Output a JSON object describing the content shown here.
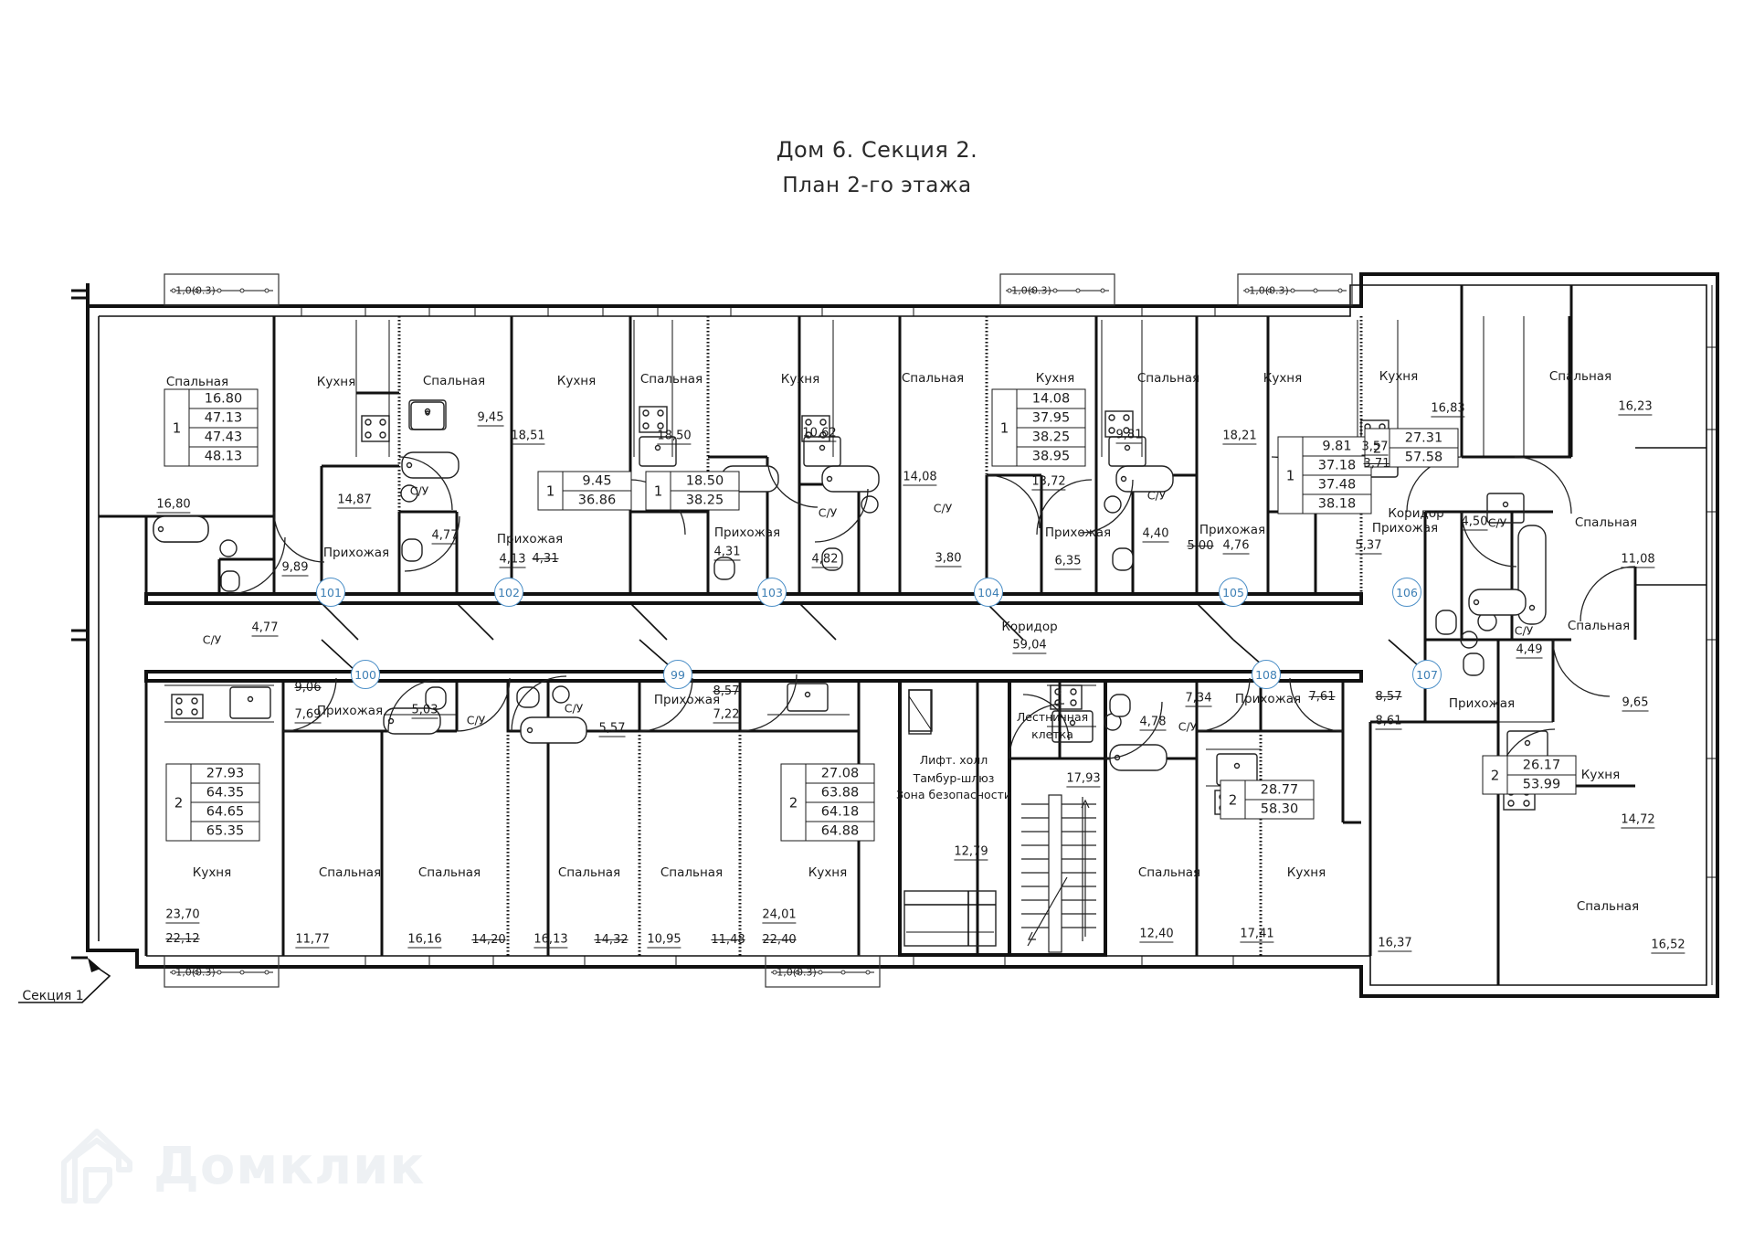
{
  "titles": {
    "line1": "Дом 6. Секция 2.",
    "line2": "План 2-го этажа"
  },
  "section_tag": "Секция 1",
  "watermark": "Домклик",
  "balcony_dim": "1,0(0.3)",
  "common": {
    "corridor_name": "Коридор",
    "corridor_area": "59,04",
    "lift_hall_l1": "Лифт. холл",
    "lift_hall_l2": "Тамбур-шлюз",
    "lift_hall_l3": "Зона безопасности",
    "lift_hall_area": "12,79",
    "stair_l1": "Лестничная",
    "stair_l2": "клетка",
    "stair_area": "17,93"
  },
  "room_names": {
    "bedroom": "Спальная",
    "kitchen": "Кухня",
    "hall": "Прихожая",
    "bath": "С/У",
    "corridor": "Коридор"
  },
  "apartments": [
    {
      "number": "101",
      "rooms": "1",
      "values": [
        "16.80",
        "47.13",
        "47.43",
        "48.13"
      ],
      "areas": {
        "bedroom": "16,80",
        "kitchen": "14,87",
        "hall": "9,89",
        "bath": "4,77"
      }
    },
    {
      "number": "102",
      "rooms": "1",
      "values": [
        "9.45",
        "36.86"
      ],
      "areas": {
        "bedroom": "9,45",
        "kitchen": "18,51",
        "hall": "4,13",
        "hall_alt": "4,31",
        "bath": "4,77"
      }
    },
    {
      "number": "103",
      "rooms": "1",
      "values": [
        "18.50",
        "38.25"
      ],
      "areas": {
        "bedroom": "18,50",
        "kitchen": "18,51",
        "hall": "4,31",
        "bath": "4,82"
      }
    },
    {
      "number": "104",
      "rooms": "1",
      "values": [
        "14.08",
        "37.95",
        "38.25",
        "38.95"
      ],
      "areas": {
        "bedroom": "14,08",
        "kitchen": "13,72",
        "hall": "6,35",
        "bath": "3,80",
        "kitchen_alt": "10,62"
      }
    },
    {
      "number": "105",
      "rooms": "1",
      "values": [
        "9.81",
        "37.18",
        "37.48",
        "38.18"
      ],
      "areas": {
        "bedroom": "9,81",
        "kitchen": "18,21",
        "hall": "5,00",
        "hall_alt": "4,76",
        "bath": "4,40"
      }
    },
    {
      "number": "106",
      "rooms": "2",
      "values": [
        "27.31",
        "57.58"
      ],
      "areas": {
        "bedroom": "16,23",
        "bedroom2": "11,08",
        "kitchen": "16,83",
        "hall": "5,37",
        "bath": "4,50",
        "corridor": "3,57",
        "corridor_alt": "3,71"
      }
    },
    {
      "number": "107",
      "rooms": "2",
      "values": [
        "26.17",
        "53.99"
      ],
      "areas": {
        "bedroom": "9,65",
        "bedroom2": "16,52",
        "kitchen": "14,72",
        "hall": "8,57",
        "hall_alt": "8,61",
        "bath": "4,49"
      }
    },
    {
      "number": "108",
      "rooms": "2",
      "values": [
        "28.77",
        "58.30"
      ],
      "areas": {
        "bedroom": "16,37",
        "kitchen": "17,41",
        "kitchen_alt": "12,40",
        "hall": "7,34",
        "hall_alt": "7,61",
        "bath": "4,78"
      }
    },
    {
      "number": "99",
      "rooms": "2",
      "values": [
        "27.08",
        "63.88",
        "64.18",
        "64.88"
      ],
      "areas": {
        "bedroom": "16,13",
        "bedroom_alt": "14,32",
        "bedroom2": "10,95",
        "bedroom2_alt": "11,48",
        "kitchen": "24,01",
        "kitchen_alt": "22,40",
        "hall": "8,57",
        "hall_alt": "7,22",
        "bath": "5,57"
      }
    },
    {
      "number": "100",
      "rooms": "2",
      "values": [
        "27.93",
        "64.35",
        "64.65",
        "65.35"
      ],
      "areas": {
        "bedroom": "11,77",
        "bedroom2": "16,16",
        "bedroom2_alt": "14,20",
        "kitchen": "23,70",
        "kitchen_alt": "22,12",
        "hall": "9,06",
        "hall_alt": "7,69",
        "bath": "5,03"
      }
    }
  ]
}
